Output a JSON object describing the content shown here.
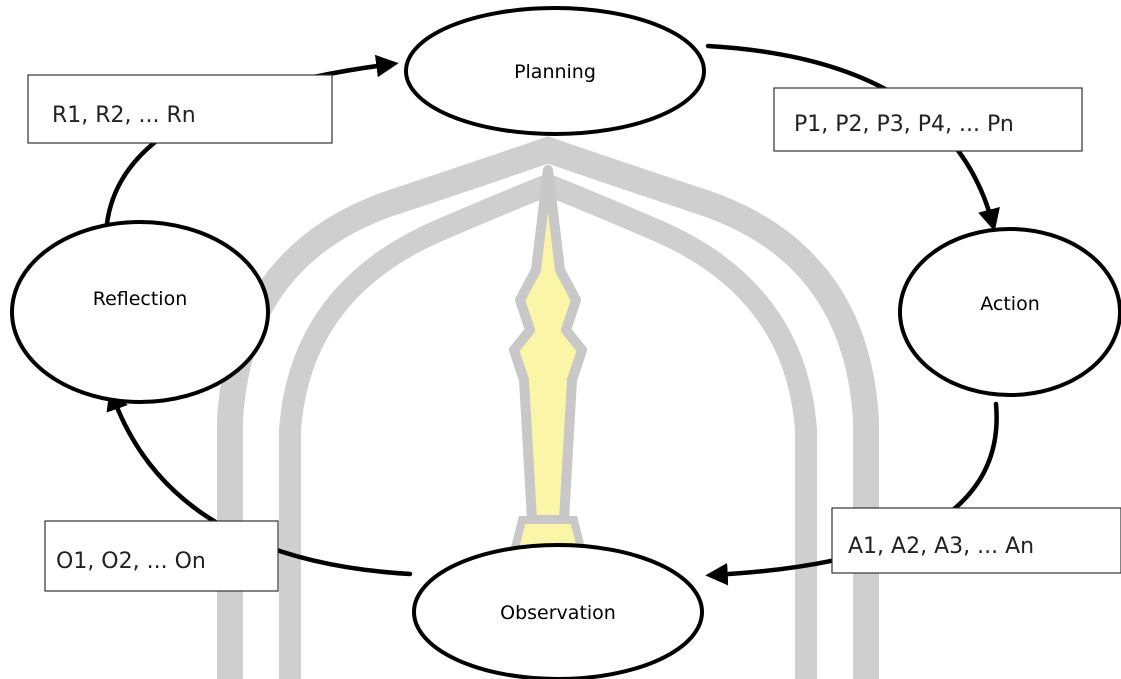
{
  "stages": {
    "planning": "Planning",
    "action": "Action",
    "observation": "Observation",
    "reflection": "Reflection"
  },
  "boxes": {
    "planning_items": "P1, P2, P3, P4, ... Pn",
    "action_items": "A1, A2, A3,  ... An",
    "observation_items": "O1, O2, ... On",
    "reflection_items": "R1, R2, ... Rn"
  },
  "colors": {
    "watermark_gray": "#c8c8c8",
    "watermark_yellow": "#fbf5a8",
    "stroke": "#000000"
  }
}
